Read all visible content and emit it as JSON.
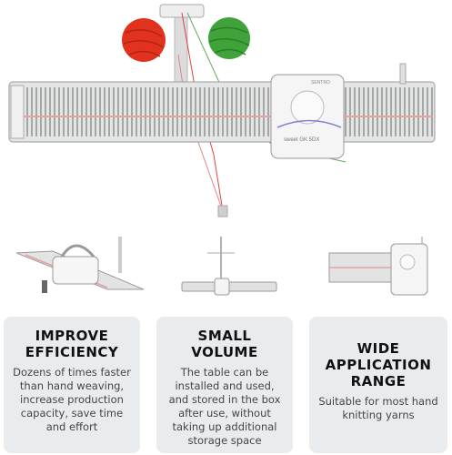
{
  "hero": {
    "machine_label": "SENTRO",
    "brand_label": "sweet GK 5DX"
  },
  "features": [
    {
      "title": "IMPROVE EFFICIENCY",
      "body": "Dozens of times faster than hand weaving, increase production capacity, save time and effort"
    },
    {
      "title": "SMALL VOLUME",
      "body": "The table can be installed and used, and stored in the box after use, without taking up additional storage space"
    },
    {
      "title": "WIDE APPLICATION RANGE",
      "body": "Suitable for most hand knitting yarns"
    }
  ],
  "colors": {
    "yarn_red": "#e0321f",
    "yarn_green": "#3fa33a",
    "card_bg": "#e9ecef",
    "machine": "#e4e6e6"
  }
}
